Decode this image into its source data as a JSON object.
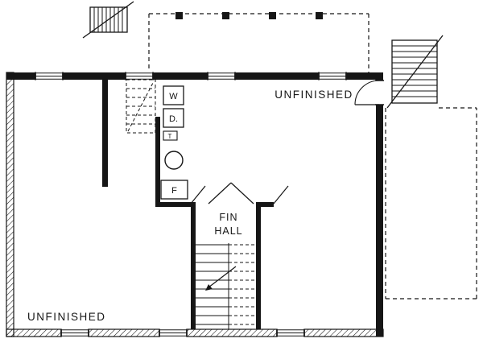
{
  "labels": {
    "unfinished_top": "UNFINISHED",
    "unfinished_bottom": "UNFINISHED",
    "hall_line1": "FIN",
    "hall_line2": "HALL"
  },
  "appliances": {
    "washer": "W",
    "dryer": "D.",
    "tub": "T",
    "furnace": "F"
  },
  "colors": {
    "ink": "#161616",
    "paper": "#ffffff"
  }
}
